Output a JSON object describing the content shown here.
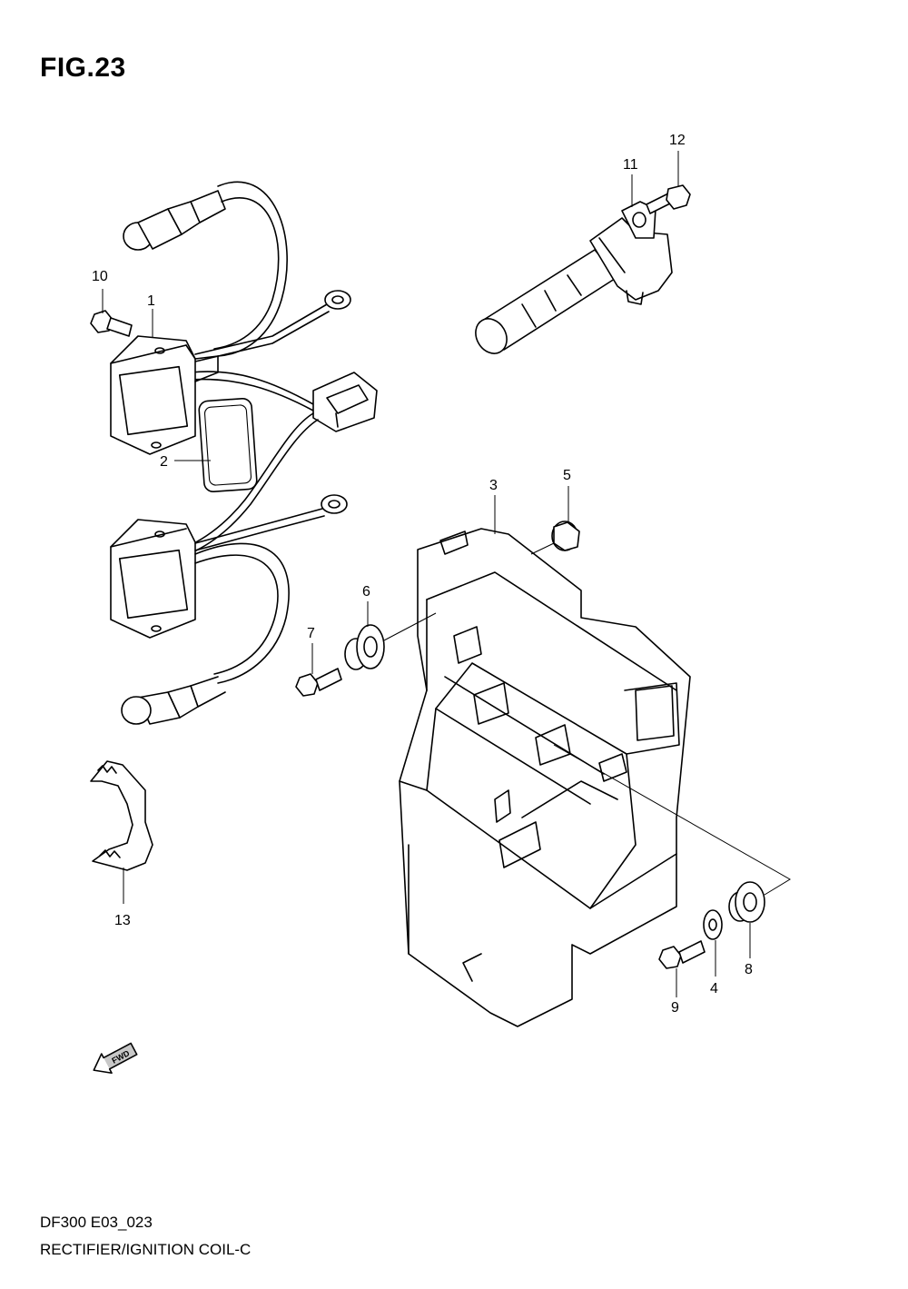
{
  "figure": {
    "title": "FIG.23"
  },
  "footer": {
    "model_code": "DF300 E03_023",
    "title": "RECTIFIER/IGNITION COIL-C"
  },
  "fwd_mark": {
    "label": "FWD",
    "icon": "fwd-arrow-icon"
  },
  "callouts": [
    {
      "id": "1",
      "label": "1"
    },
    {
      "id": "2",
      "label": "2"
    },
    {
      "id": "3",
      "label": "3"
    },
    {
      "id": "4",
      "label": "4"
    },
    {
      "id": "5",
      "label": "5"
    },
    {
      "id": "6",
      "label": "6"
    },
    {
      "id": "7",
      "label": "7"
    },
    {
      "id": "8",
      "label": "8"
    },
    {
      "id": "9",
      "label": "9"
    },
    {
      "id": "10",
      "label": "10"
    },
    {
      "id": "11",
      "label": "11"
    },
    {
      "id": "12",
      "label": "12"
    },
    {
      "id": "13",
      "label": "13"
    }
  ]
}
